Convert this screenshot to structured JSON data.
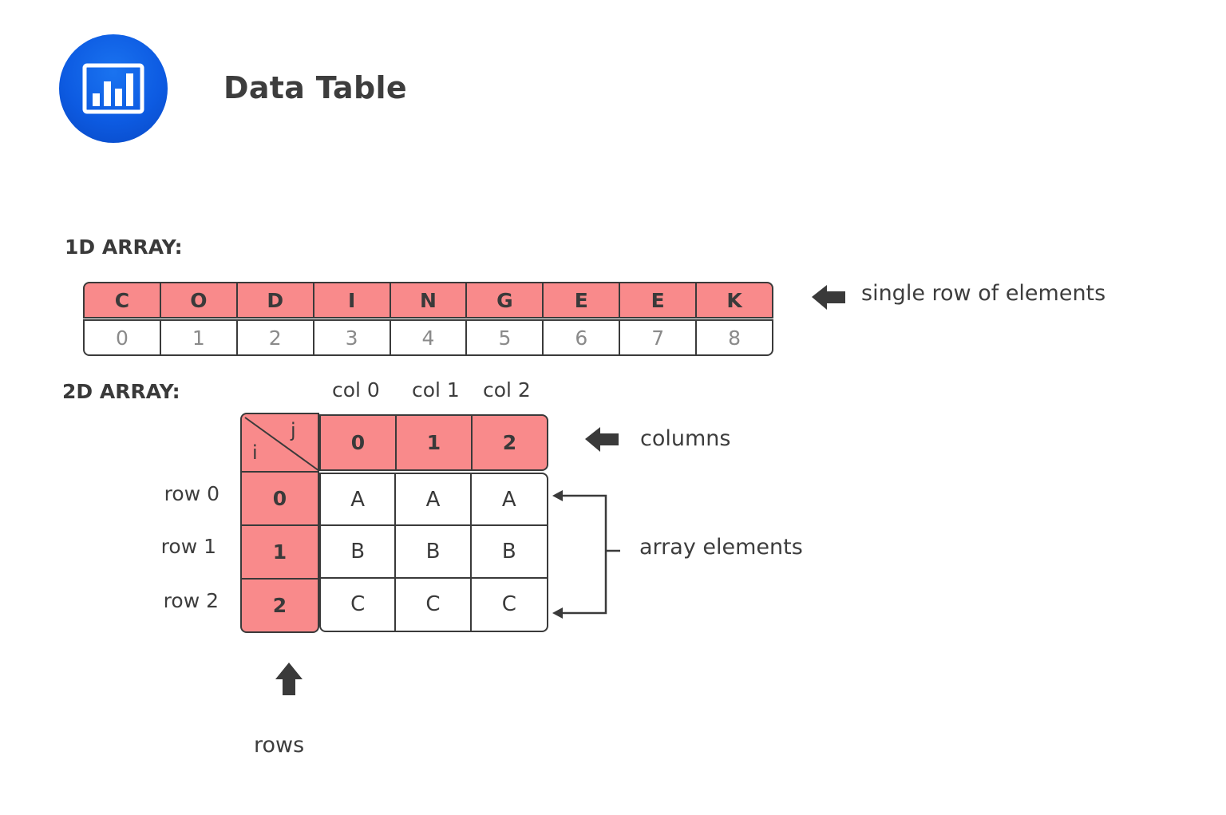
{
  "header": {
    "title": "Data Table",
    "logo_icon": "bar-chart-icon",
    "logo_color": "#0d5be2"
  },
  "array1d": {
    "label": "1D ARRAY:",
    "elements": [
      "C",
      "O",
      "D",
      "I",
      "N",
      "G",
      "E",
      "E",
      "K"
    ],
    "indices": [
      "0",
      "1",
      "2",
      "3",
      "4",
      "5",
      "6",
      "7",
      "8"
    ],
    "note": "single row of elements"
  },
  "array2d": {
    "label": "2D ARRAY:",
    "corner_j": "j",
    "corner_i": "i",
    "col_labels": [
      "col 0",
      "col 1",
      "col 2"
    ],
    "col_indices": [
      "0",
      "1",
      "2"
    ],
    "row_labels": [
      "row 0",
      "row 1",
      "row 2"
    ],
    "row_indices": [
      "0",
      "1",
      "2"
    ],
    "rows": [
      [
        "A",
        "A",
        "A"
      ],
      [
        "B",
        "B",
        "B"
      ],
      [
        "C",
        "C",
        "C"
      ]
    ],
    "notes": {
      "columns": "columns",
      "elements": "array elements",
      "rows": "rows"
    }
  },
  "colors": {
    "highlight": "#f98a8b",
    "stroke": "#3a3a3a",
    "index_text": "#8a8a8a"
  }
}
